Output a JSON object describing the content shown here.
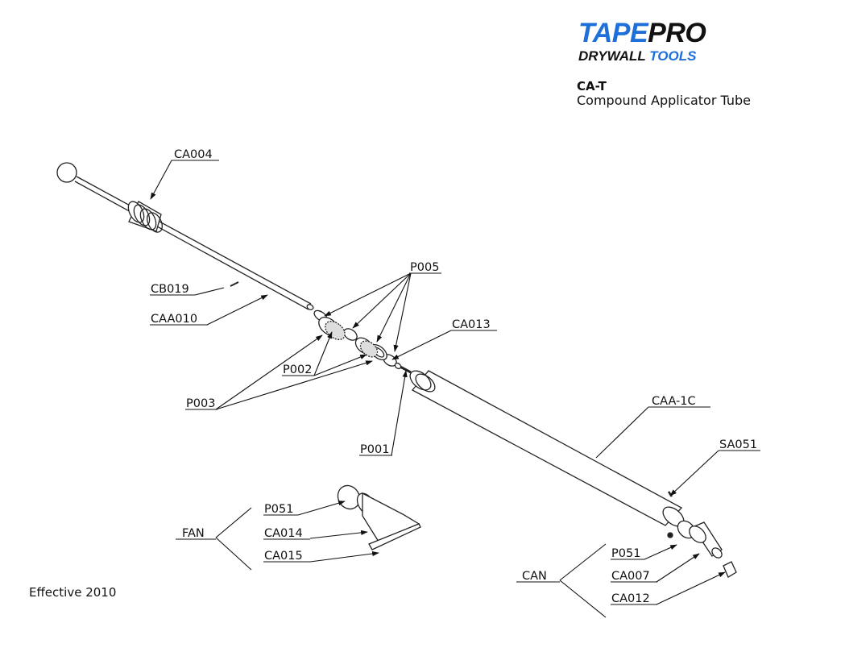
{
  "brand": {
    "name_part1": "TAPE",
    "name_part2": "PRO",
    "sub_part1": "DRYWALL",
    "sub_part2": "TOOLS",
    "colors": {
      "accent": "#1e6fd9",
      "dark": "#111111"
    }
  },
  "model": {
    "code": "CA-T",
    "description": "Compound Applicator Tube"
  },
  "footer": {
    "effective": "Effective 2010"
  },
  "callouts": {
    "ca004": "CA004",
    "cb019": "CB019",
    "caa010": "CAA010",
    "p005": "P005",
    "ca013": "CA013",
    "p002": "P002",
    "p003": "P003",
    "p001": "P001",
    "caa1c": "CAA-1C",
    "sa051": "SA051",
    "p051_fan": "P051",
    "fan": "FAN",
    "ca014": "CA014",
    "ca015": "CA015",
    "p051_can": "P051",
    "can": "CAN",
    "ca007": "CA007",
    "ca012": "CA012"
  }
}
